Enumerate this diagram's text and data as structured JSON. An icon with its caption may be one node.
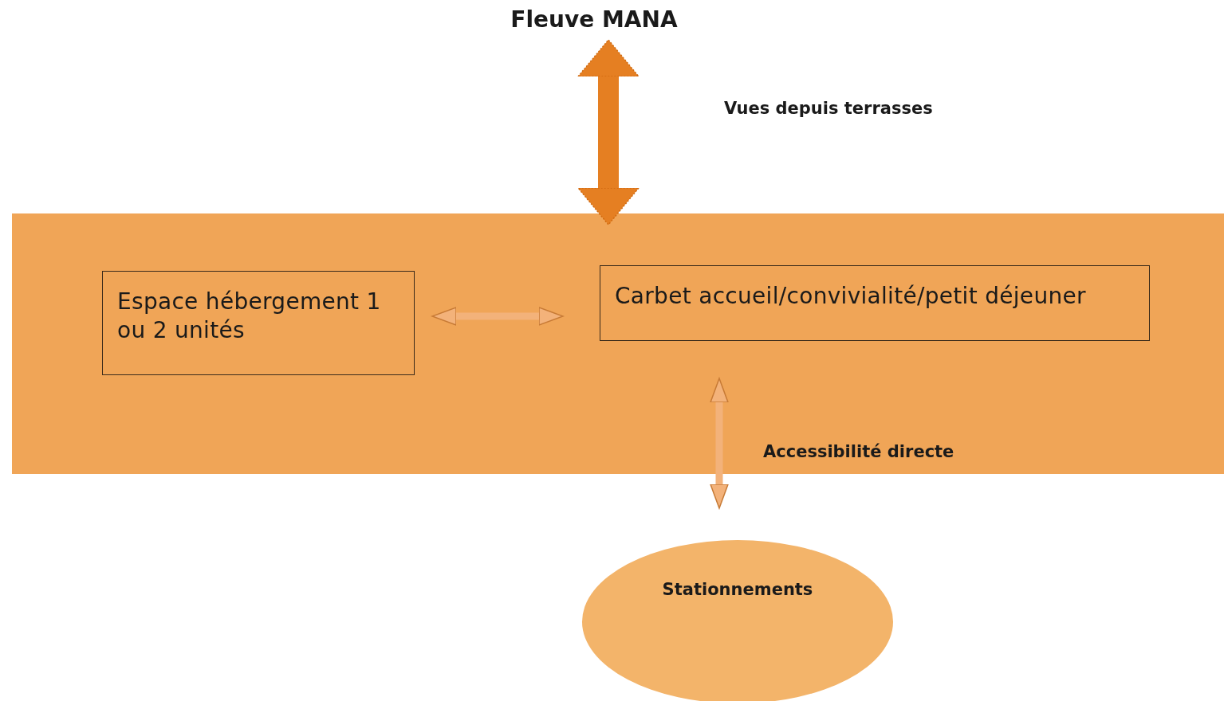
{
  "diagram": {
    "nodes": [
      {
        "text": [
          "Fleuve MANA"
        ]
      },
      {
        "text": [],
        "shape": "bar"
      },
      {
        "text": [
          "Espace hébergement 1 ou 2 unités"
        ],
        "in": 1
      },
      {
        "text": [
          "Carbet accueil/convivialité/petit déjeuner"
        ],
        "in": 1
      },
      {
        "text": [
          "Stationnements"
        ]
      }
    ],
    "edges": [
      {
        "from": 0,
        "to": 1,
        "arrow": "both",
        "style": "thick",
        "color": "#e57f22"
      },
      {
        "from": 2,
        "to": 3,
        "arrow": "both"
      },
      {
        "from": 3,
        "to": 4,
        "arrow": "both",
        "label": "Accessibilité directe"
      }
    ],
    "labels": [
      "Vues depuis terrasses"
    ]
  }
}
